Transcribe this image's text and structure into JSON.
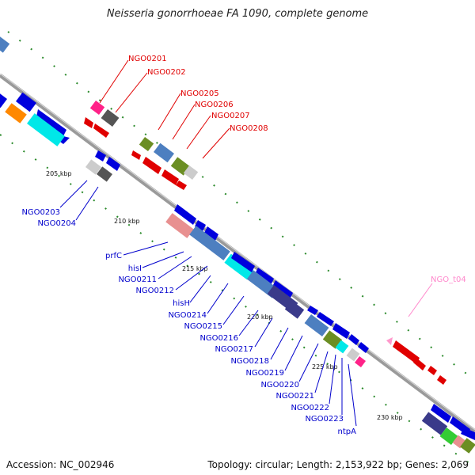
{
  "title": "Neisseria gonorrhoeae FA 1090, complete genome",
  "footer": {
    "accession": "Accession: NC_002946",
    "summary": "Topology: circular; Length: 2,153,922 bp; Genes: 2,069"
  },
  "ticks": [
    "205 kbp",
    "210 kbp",
    "215 kbp",
    "220 kbp",
    "225 kbp",
    "230 kbp"
  ],
  "labels_red": [
    "NGO0201",
    "NGO0202",
    "NGO0205",
    "NGO0206",
    "NGO0207",
    "NGO0208"
  ],
  "labels_blue": [
    "NGO0203",
    "NGO0204",
    "prfC",
    "hisI",
    "NGO0211",
    "NGO0212",
    "hisH",
    "NGO0214",
    "NGO0215",
    "NGO0216",
    "NGO0217",
    "NGO0218",
    "NGO0219",
    "NGO0220",
    "NGO0221",
    "NGO0222",
    "NGO0223",
    "ntpA"
  ],
  "labels_pink": [
    "NGO_t04"
  ],
  "colors": {
    "backbone": "#9a9a9a",
    "red": "#e00000",
    "blue": "#0000e0",
    "pink": "#ff88cc",
    "tick": "#2a8a2a"
  }
}
